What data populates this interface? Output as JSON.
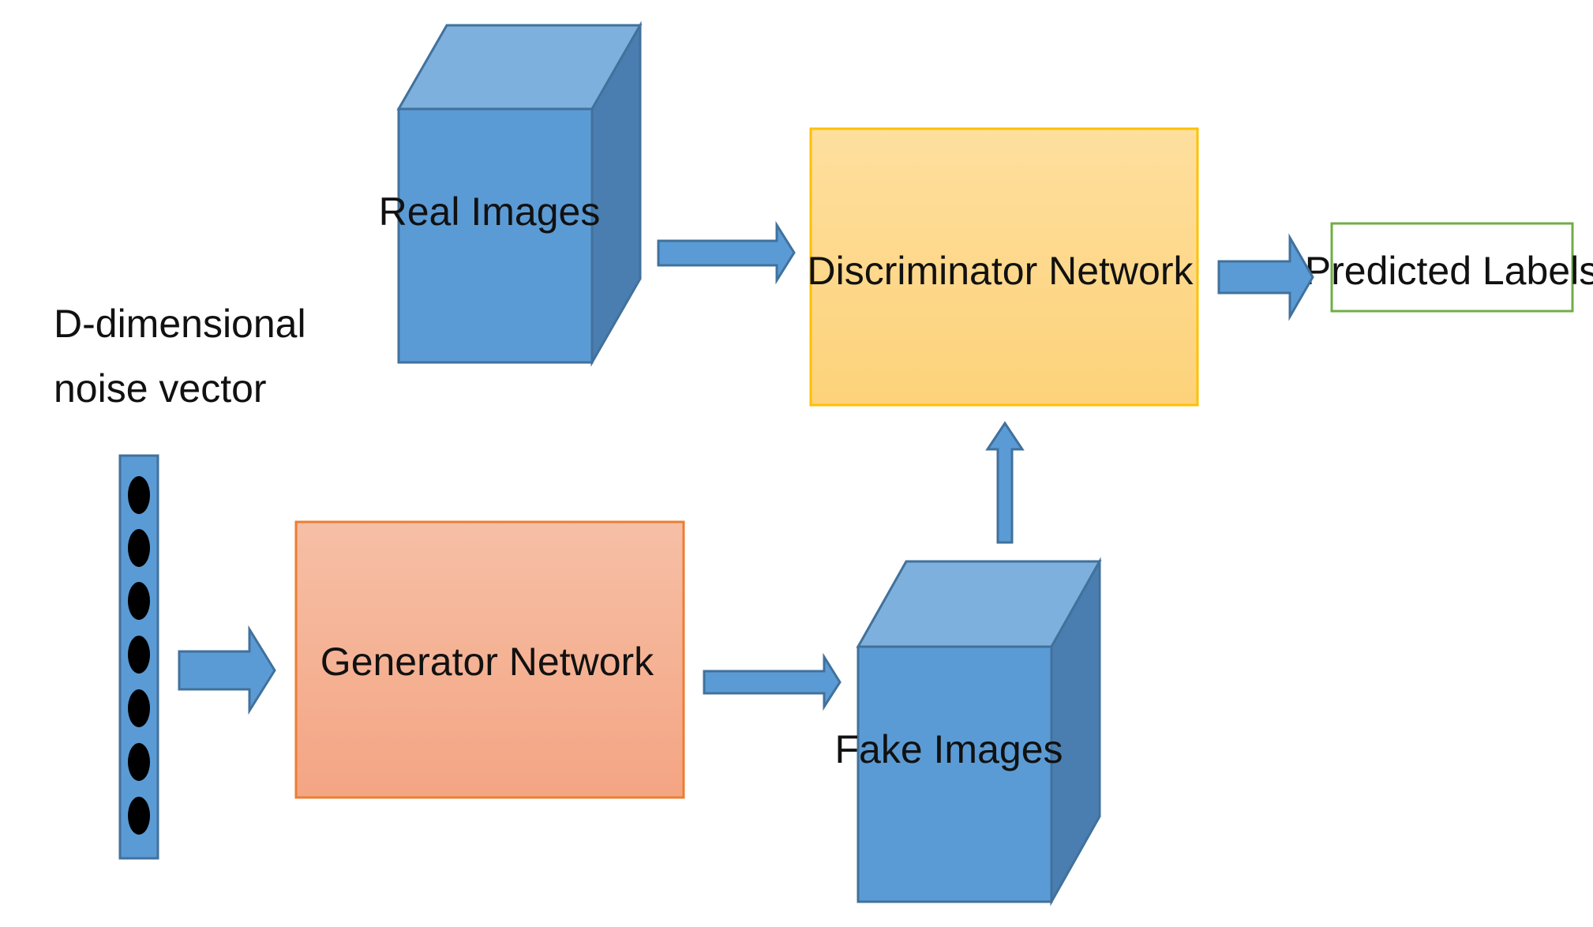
{
  "noise_label": {
    "line1": "D-dimensional",
    "line2": "noise vector"
  },
  "nodes": {
    "real_images": "Real Images",
    "fake_images": "Fake Images",
    "generator": "Generator Network",
    "discriminator": "Discriminator Network",
    "predicted": "Predicted Labels"
  },
  "colors": {
    "cube_front": "#5b9bd5",
    "cube_top": "#7eb0de",
    "cube_side": "#4a7eb0",
    "cube_edge": "#41719c",
    "generator_top": "#f6bfa6",
    "generator_bottom": "#f4a583",
    "generator_border": "#ed7d31",
    "discriminator_top": "#fedf9e",
    "discriminator_bottom": "#fdd27a",
    "discriminator_border": "#ffc000",
    "predicted_border": "#70ad47",
    "arrow_fill": "#5b9bd5",
    "arrow_stroke": "#41719c",
    "noise_dot": "#000000"
  }
}
